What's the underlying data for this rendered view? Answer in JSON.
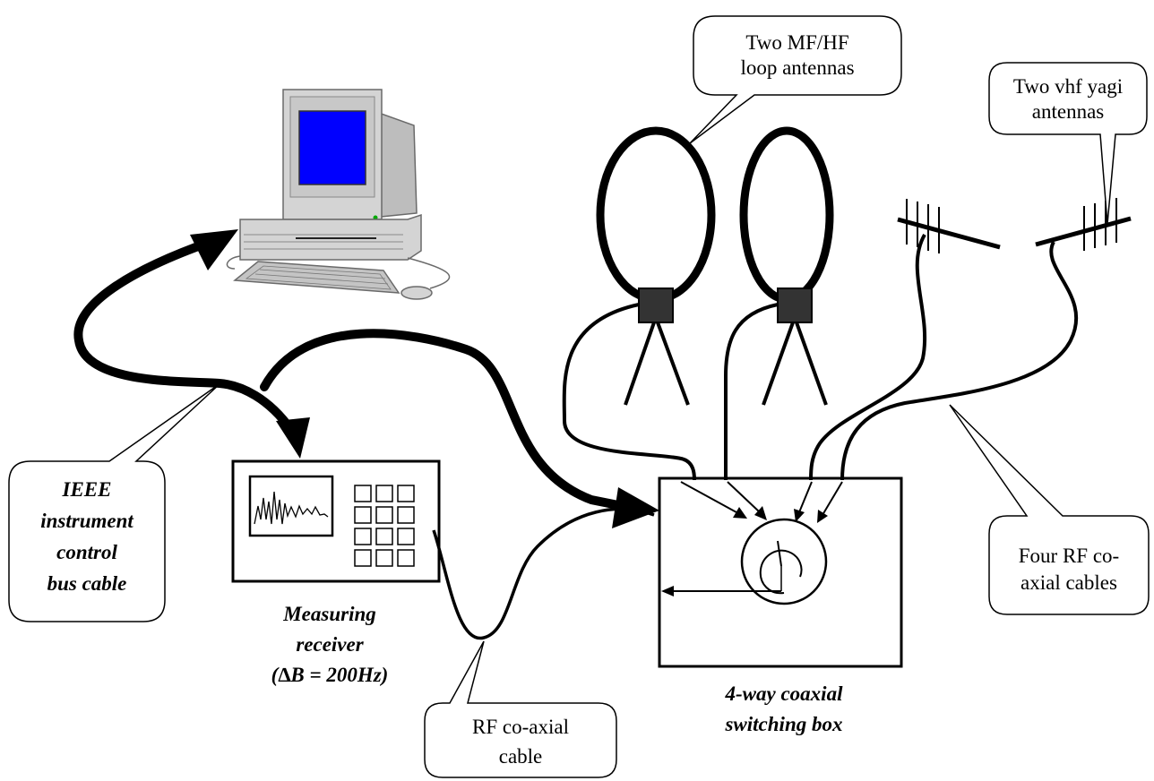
{
  "callouts": {
    "loop_antennas": {
      "line1": "Two MF/HF",
      "line2": "loop antennas"
    },
    "yagi_antennas": {
      "line1": "Two vhf yagi",
      "line2": "antennas"
    },
    "ieee_bus": {
      "line1": "IEEE",
      "line2": "instrument",
      "line3": "control",
      "line4": "bus cable"
    },
    "rf_cables": {
      "line1": "Four RF co-",
      "line2": "axial cables"
    },
    "rf_cable": {
      "line1": "RF co-axial",
      "line2": "cable"
    }
  },
  "labels": {
    "receiver": {
      "line1": "Measuring",
      "line2": "receiver",
      "line3": "(∆B = 200Hz)"
    },
    "switch_box": {
      "line1": "4-way coaxial",
      "line2": "switching box"
    }
  },
  "colors": {
    "screen": "#0000ff",
    "computer_body": "#d4d4d4",
    "antenna_base": "#333333"
  }
}
